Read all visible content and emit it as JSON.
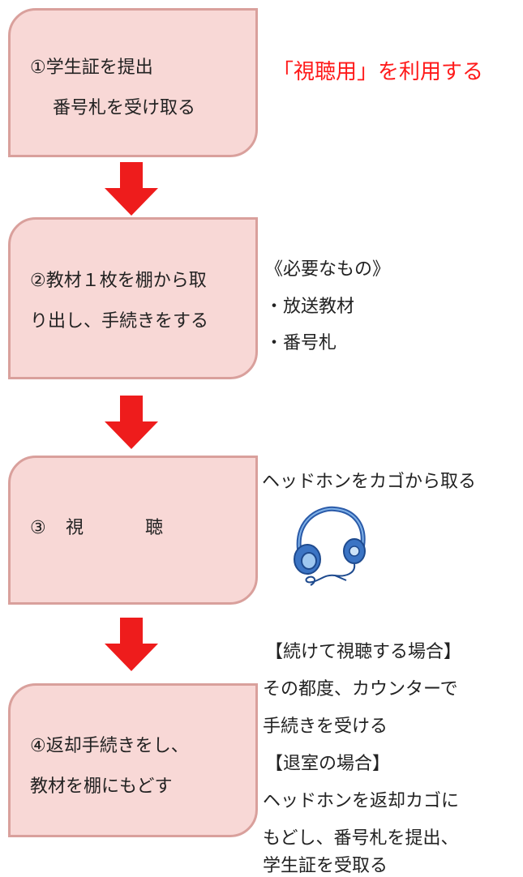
{
  "steps": [
    {
      "line1": "①学生証を提出",
      "line2": "番号札を受け取る"
    },
    {
      "line1": "②教材１枚を棚から取",
      "line2": "り出し、手続きをする"
    },
    {
      "num": "③",
      "word1": "視",
      "word2": "聴"
    },
    {
      "line1": "④返却手続きをし、",
      "line2": "教材を棚にもどす"
    }
  ],
  "notes": {
    "use_av": "「視聴用」を利用する",
    "needed_title": "《必要なもの》",
    "needed_items": [
      "・放送教材",
      "・番号札"
    ],
    "headphone": "ヘッドホンをカゴから取る",
    "continue_title": "【続けて視聴する場合】",
    "continue_lines": [
      "その都度、カウンターで",
      "手続きを受ける"
    ],
    "leave_title": "【退室の場合】",
    "leave_lines": [
      "ヘッドホンを返却カゴに",
      "もどし、番号札を提出、",
      "学生証を受取る"
    ]
  },
  "colors": {
    "box_fill": "#f8d8d6",
    "box_border": "#d9a09c",
    "arrow": "#ee1c1c",
    "highlight_text": "#ff1a1a"
  },
  "icons": [
    "arrow-down-icon",
    "headphones-icon"
  ]
}
